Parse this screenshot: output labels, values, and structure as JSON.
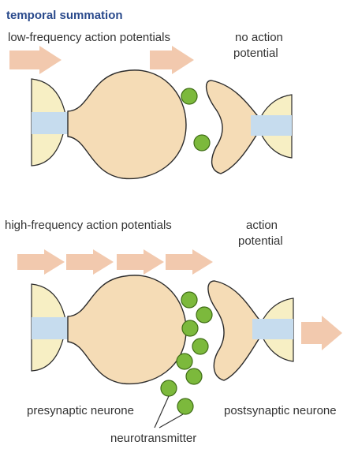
{
  "title": "temporal summation",
  "top": {
    "input_label": "low-frequency action potentials",
    "output_label_line1": "no action",
    "output_label_line2": "potential"
  },
  "bottom": {
    "input_label": "high-frequency action potentials",
    "output_label_line1": "action",
    "output_label_line2": "potential"
  },
  "labels": {
    "presynaptic": "presynaptic neurone",
    "postsynaptic": "postsynaptic neurone",
    "neurotransmitter": "neurotransmitter"
  },
  "colors": {
    "arrow": "#f2c9ae",
    "neuron": "#f5dcb6",
    "neuron_outline": "#2b2b2b",
    "axon_core": "#c6dcee",
    "myelin": "#f7efc4",
    "vesicle": "#7cb93c",
    "vesicle_outline": "#3f6d16",
    "title": "#2a4a8c"
  }
}
